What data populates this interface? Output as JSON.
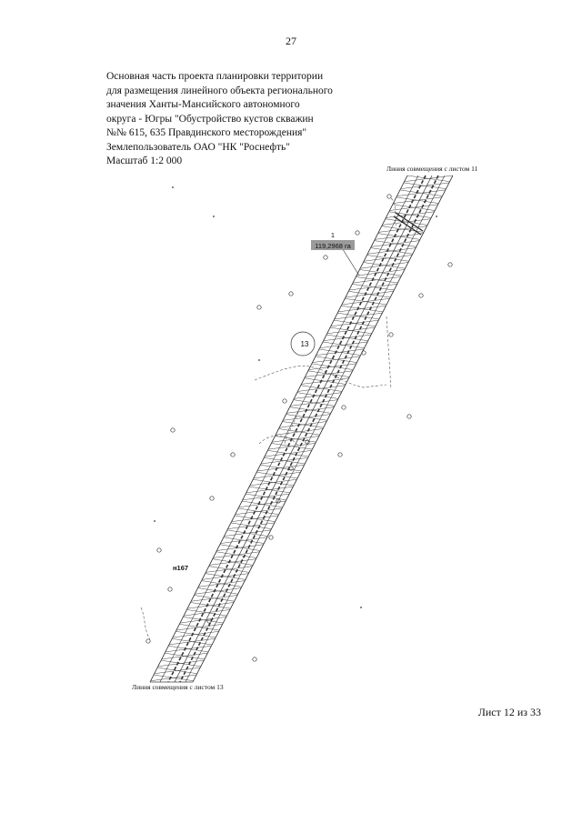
{
  "page_number": "27",
  "title_lines": [
    "Основная часть проекта планировки территории",
    "для размещения линейного объекта регионального",
    "значения Ханты-Мансийского автономного",
    "округа - Югры \"Обустройство кустов скважин",
    "№№ 615, 635 Правдинского месторождения\"",
    "Землепользователь ОАО \"НК \"Роснефть\"",
    "Масштаб 1:2 000"
  ],
  "map": {
    "match_line_top": "Линия совмещения с листом 11",
    "match_line_bottom": "Линия совмещения с листом 13",
    "plot_number": "1",
    "plot_area": "119,2968 га",
    "circle_label": "13",
    "point_label": "н167"
  },
  "sheet_label": "Лист 12 из 33"
}
